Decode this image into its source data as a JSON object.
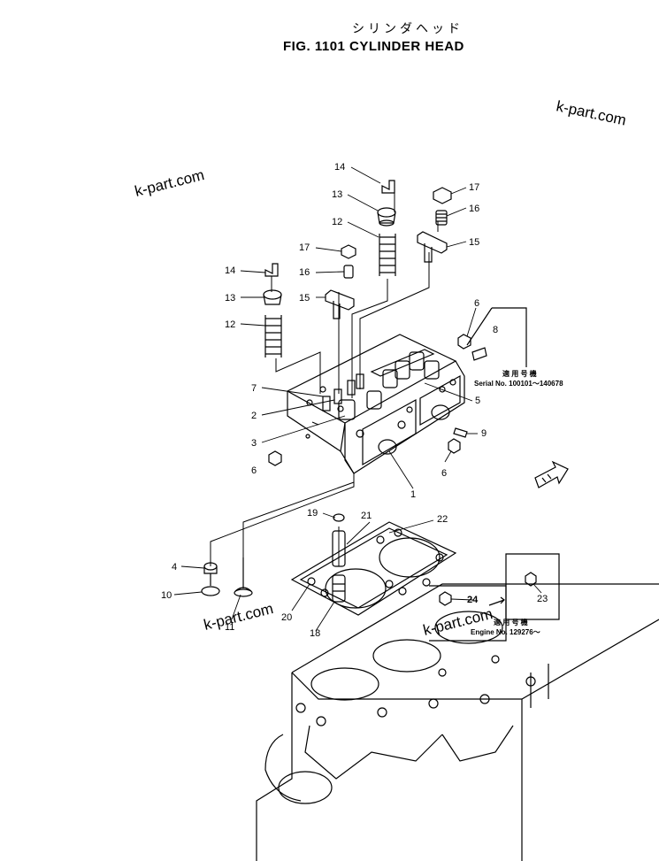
{
  "header": {
    "title_jp": "シリンダヘッド",
    "title": "FIG. 1101  CYLINDER HEAD"
  },
  "watermark": "k-part.com",
  "callouts": {
    "c14a": "14",
    "c13a": "13",
    "c12a": "12",
    "c17a": "17",
    "c16a": "16",
    "c15a": "15",
    "c17b": "17",
    "c16b": "16",
    "c15b": "15",
    "c14b": "14",
    "c13b": "13",
    "c12b": "12",
    "c6a": "6",
    "c8": "8",
    "c7": "7",
    "c2": "2",
    "c3": "3",
    "c6b": "6",
    "c5": "5",
    "c9": "9",
    "c6c": "6",
    "c1": "1",
    "c19": "19",
    "c21": "21",
    "c22": "22",
    "c4": "4",
    "c10": "10",
    "c11": "11",
    "c20": "20",
    "c18": "18",
    "c23": "23",
    "c24": "24"
  },
  "notes": {
    "serial_jp": "適 用 号 機",
    "serial": "Serial No. 100101～140678",
    "engine_jp": "適 用 号 機",
    "engine": "Engine No. 129276～"
  },
  "icons": {
    "front_arrow": "front-direction-arrow-icon"
  }
}
